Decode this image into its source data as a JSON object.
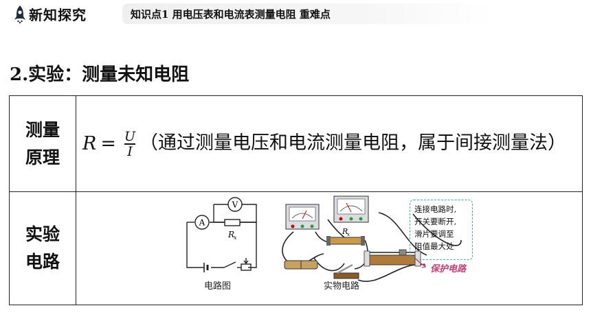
{
  "header": {
    "brand": "新知探究",
    "topic": "知识点1  用电压表和电流表测量电阻  重难点"
  },
  "section": {
    "title": "2.实验：测量未知电阻"
  },
  "table": {
    "row1": {
      "head_line1": "测量",
      "head_line2": "原理",
      "formula_lhs": "R",
      "formula_eq": "=",
      "formula_num": "U",
      "formula_den": "I",
      "text": "（通过测量电压和电流测量电阻，属于间接测量法）"
    },
    "row2": {
      "head_line1": "实验",
      "head_line2": "电路",
      "meter_v": "V",
      "meter_a": "A",
      "resistor_label": "R",
      "resistor_sub": "x",
      "schematic_caption": "电路图",
      "physical_caption": "实物电路",
      "physical_resistor_label": "R",
      "physical_resistor_sub": "x",
      "note_lines": [
        "连接电路时,",
        "开关要断开,",
        "滑片要调至",
        "阻值最大处"
      ],
      "note_tag": "保护电路"
    }
  },
  "colors": {
    "note_border": "#4aa3c8",
    "note_tag": "#c0407a",
    "rocket": "#1f2d3a"
  }
}
